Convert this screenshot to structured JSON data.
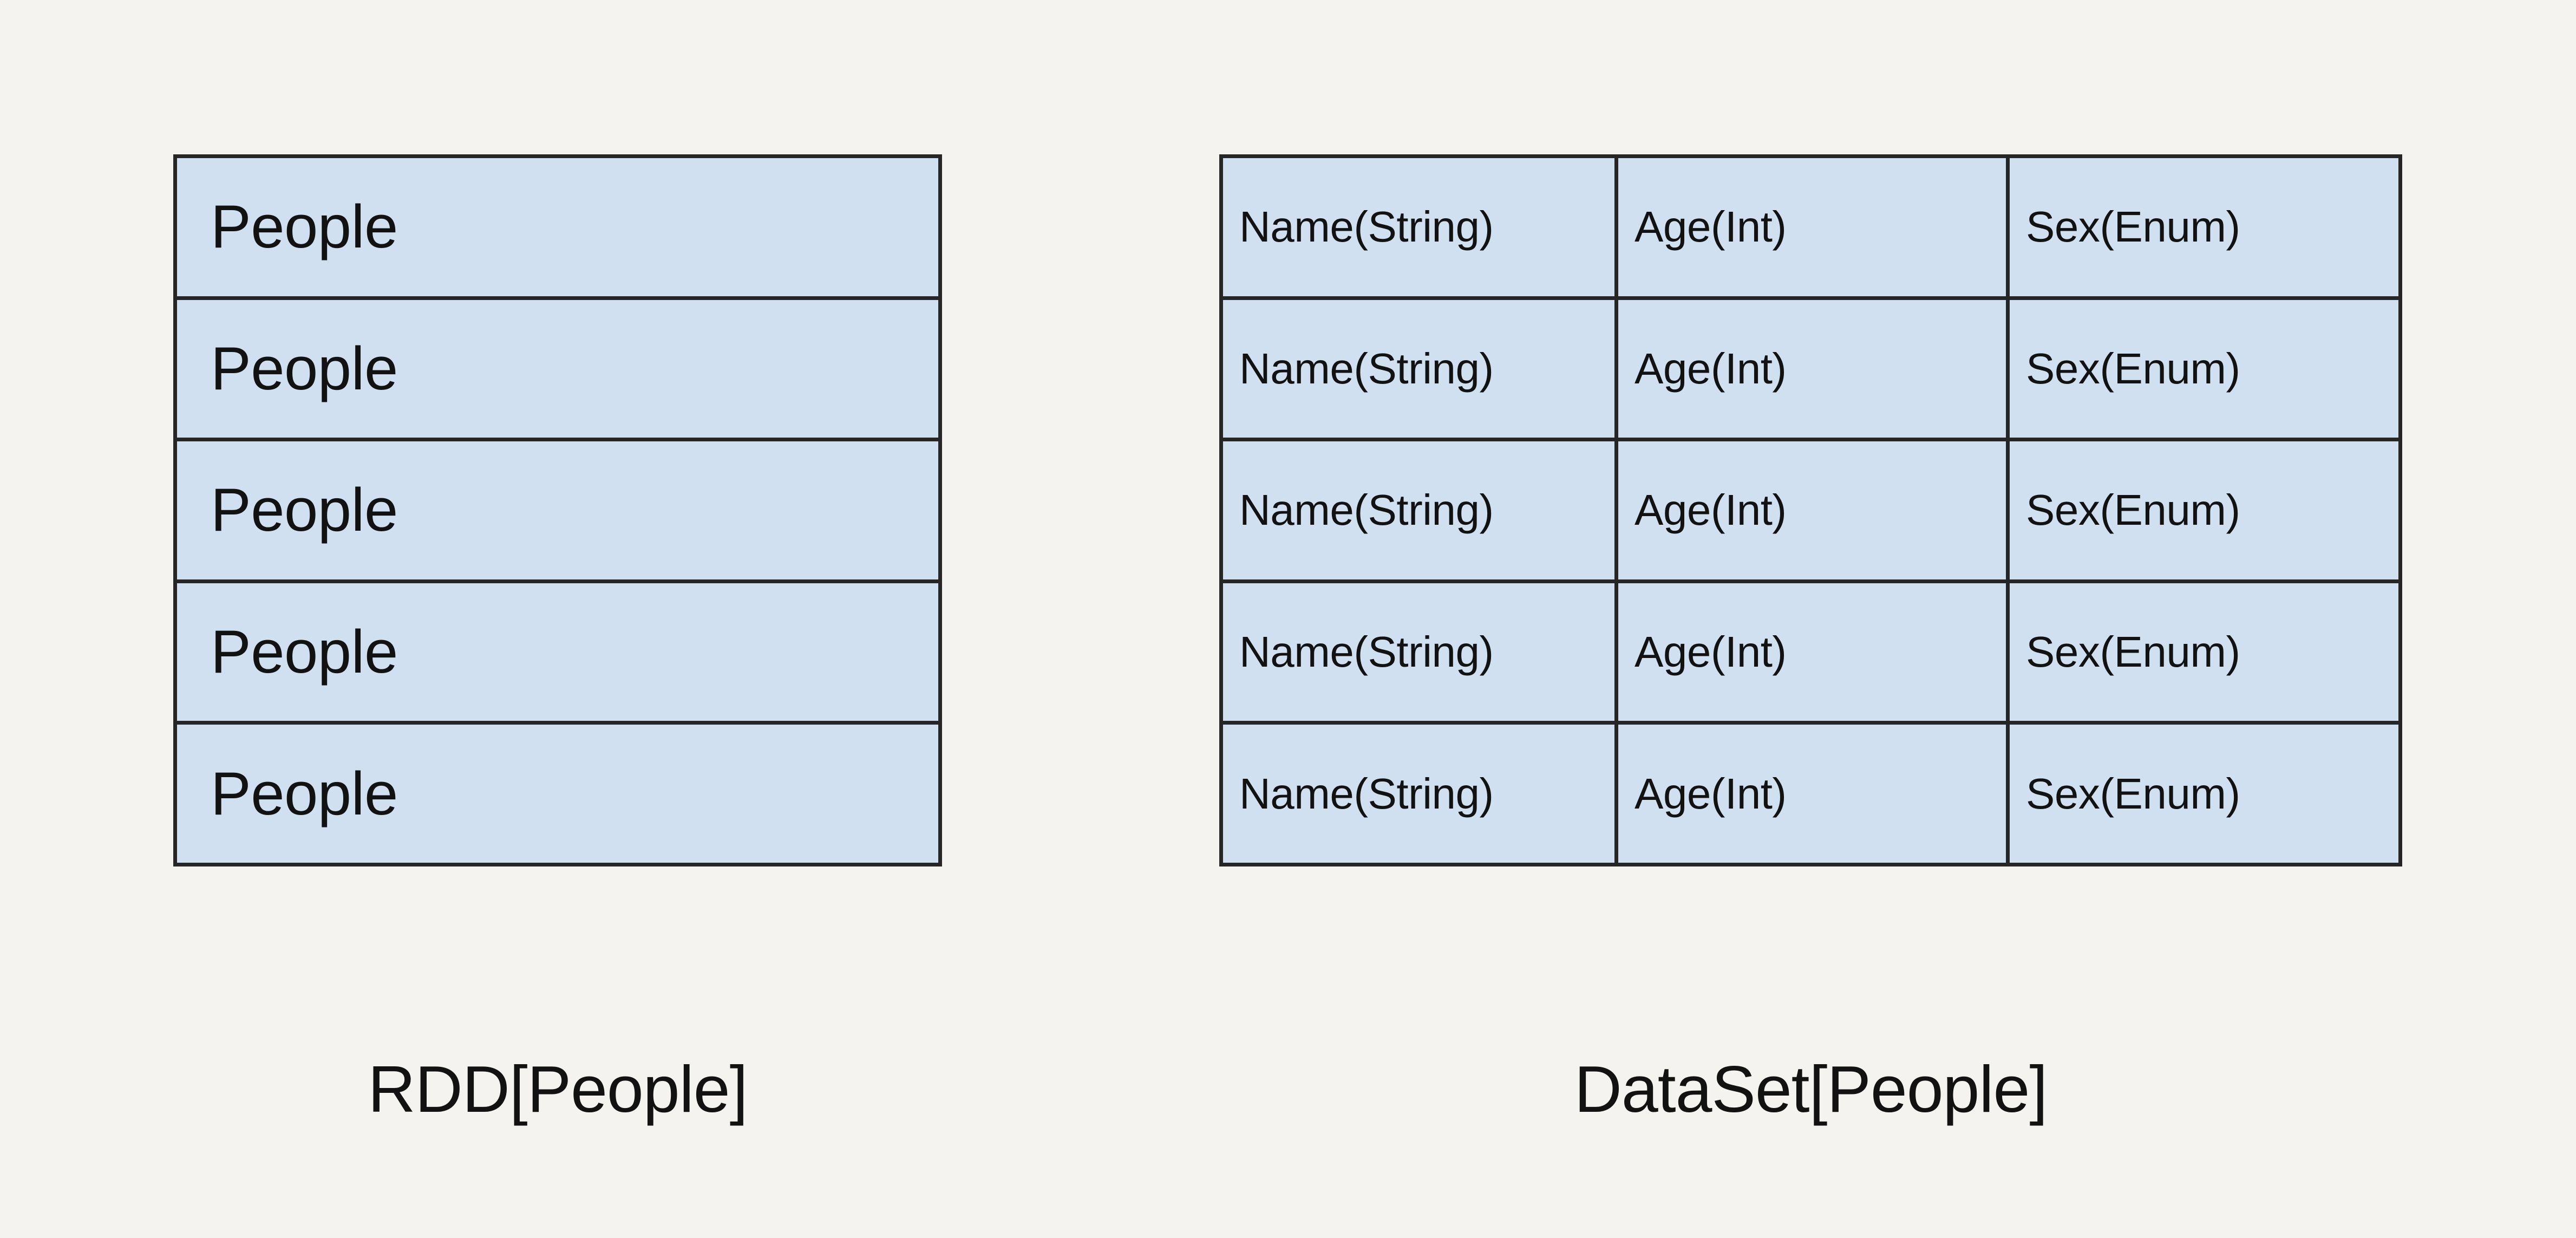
{
  "page": {
    "background_color": "#f5f3ef",
    "cell_fill_color": "#d0e0f1",
    "border_color": "#262626",
    "text_color": "#121212"
  },
  "left_panel": {
    "caption": "RDD[People]",
    "rows": [
      {
        "cells": [
          "People"
        ]
      },
      {
        "cells": [
          "People"
        ]
      },
      {
        "cells": [
          "People"
        ]
      },
      {
        "cells": [
          "People"
        ]
      },
      {
        "cells": [
          "People"
        ]
      }
    ]
  },
  "right_panel": {
    "caption": "DataSet[People]",
    "rows": [
      {
        "cells": [
          "Name(String)",
          "Age(Int)",
          "Sex(Enum)"
        ]
      },
      {
        "cells": [
          "Name(String)",
          "Age(Int)",
          "Sex(Enum)"
        ]
      },
      {
        "cells": [
          "Name(String)",
          "Age(Int)",
          "Sex(Enum)"
        ]
      },
      {
        "cells": [
          "Name(String)",
          "Age(Int)",
          "Sex(Enum)"
        ]
      },
      {
        "cells": [
          "Name(String)",
          "Age(Int)",
          "Sex(Enum)"
        ]
      }
    ]
  }
}
